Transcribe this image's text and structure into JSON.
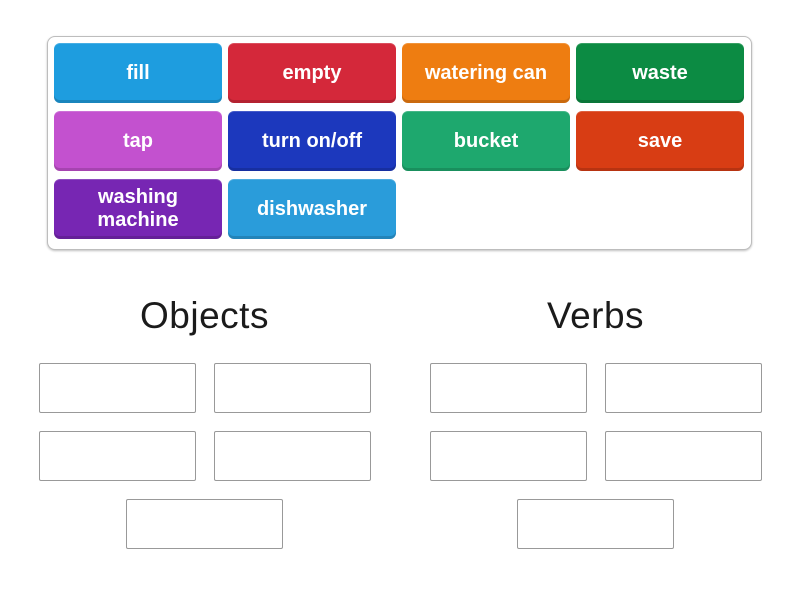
{
  "game": {
    "type": "group-sort",
    "tiles": [
      {
        "id": "fill",
        "label": "fill",
        "color": "#1e9ddf"
      },
      {
        "id": "empty",
        "label": "empty",
        "color": "#d4283a"
      },
      {
        "id": "watering-can",
        "label": "watering can",
        "color": "#ee7d11"
      },
      {
        "id": "waste",
        "label": "waste",
        "color": "#0c8b43"
      },
      {
        "id": "tap",
        "label": "tap",
        "color": "#c351cf"
      },
      {
        "id": "turn-on-off",
        "label": "turn on/off",
        "color": "#1c38bd"
      },
      {
        "id": "bucket",
        "label": "bucket",
        "color": "#1ea86e"
      },
      {
        "id": "save",
        "label": "save",
        "color": "#d83d14"
      },
      {
        "id": "washing-machine",
        "label": "washing machine",
        "color": "#7726b3"
      },
      {
        "id": "dishwasher",
        "label": "dishwasher",
        "color": "#2a9cda"
      }
    ],
    "groups": [
      {
        "id": "objects",
        "title": "Objects",
        "slot_count": 5
      },
      {
        "id": "verbs",
        "title": "Verbs",
        "slot_count": 5
      }
    ],
    "colors": {
      "background": "#ffffff",
      "tray_border": "#bdbdbd",
      "slot_border": "#999999",
      "title_text": "#1b1b1b",
      "tile_text": "#ffffff"
    }
  }
}
